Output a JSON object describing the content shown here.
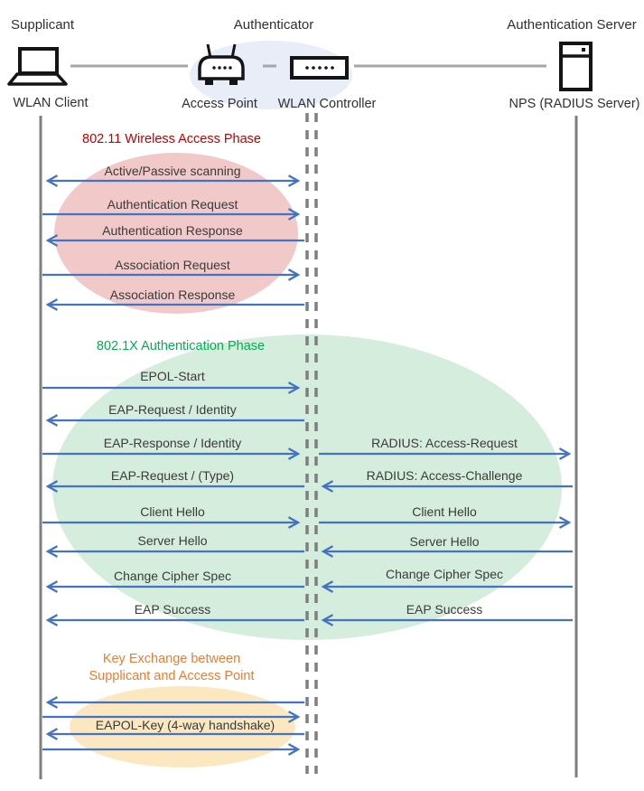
{
  "header": {
    "roles": [
      {
        "label": "Supplicant"
      },
      {
        "label": "Authenticator"
      },
      {
        "label": "Authentication Server"
      }
    ],
    "devices": [
      {
        "label": "WLAN Client",
        "icon": "laptop-icon"
      },
      {
        "label": "Access Point",
        "icon": "access-point-icon"
      },
      {
        "label": "WLAN Controller",
        "icon": "wlan-controller-icon"
      },
      {
        "label": "NPS (RADIUS Server)",
        "icon": "server-icon"
      }
    ]
  },
  "phases": [
    {
      "title": "802.11 Wireless Access Phase",
      "color": "#C00000",
      "ellipse_color": "#F1C9C9"
    },
    {
      "title": "802.1X Authentication Phase",
      "color": "#00B050",
      "ellipse_color": "#D5EDDC"
    },
    {
      "title_line1": "Key Exchange between",
      "title_line2": "Supplicant and Access Point",
      "color": "#ED7D31",
      "ellipse_color": "#FCE8C0"
    }
  ],
  "messages": {
    "left": [
      {
        "label": "Active/Passive scanning",
        "direction": "both",
        "from": "WLAN Client",
        "to": "WLAN Controller"
      },
      {
        "label": "Authentication Request",
        "direction": "right",
        "from": "WLAN Client",
        "to": "WLAN Controller"
      },
      {
        "label": "Authentication Response",
        "direction": "left",
        "from": "WLAN Controller",
        "to": "WLAN Client"
      },
      {
        "label": "Association Request",
        "direction": "right",
        "from": "WLAN Client",
        "to": "WLAN Controller"
      },
      {
        "label": "Association Response",
        "direction": "left",
        "from": "WLAN Controller",
        "to": "WLAN Client"
      },
      {
        "label": "EPOL-Start",
        "direction": "right",
        "from": "WLAN Client",
        "to": "WLAN Controller"
      },
      {
        "label": "EAP-Request / Identity",
        "direction": "left",
        "from": "WLAN Controller",
        "to": "WLAN Client"
      },
      {
        "label": "EAP-Response / Identity",
        "direction": "right",
        "from": "WLAN Client",
        "to": "WLAN Controller"
      },
      {
        "label": "EAP-Request / (Type)",
        "direction": "left",
        "from": "WLAN Controller",
        "to": "WLAN Client"
      },
      {
        "label": "Client Hello",
        "direction": "right",
        "from": "WLAN Client",
        "to": "WLAN Controller"
      },
      {
        "label": "Server Hello",
        "direction": "left",
        "from": "WLAN Controller",
        "to": "WLAN Client"
      },
      {
        "label": "Change Cipher Spec",
        "direction": "left",
        "from": "WLAN Controller",
        "to": "WLAN Client"
      },
      {
        "label": "EAP Success",
        "direction": "left",
        "from": "WLAN Controller",
        "to": "WLAN Client"
      },
      {
        "label": "EAPOL-Key (4-way handshake)",
        "direction": "left,right,left,right",
        "from": "WLAN Client",
        "to": "WLAN Controller"
      }
    ],
    "right": [
      {
        "label": "RADIUS: Access-Request",
        "direction": "right",
        "from": "WLAN Controller",
        "to": "NPS (RADIUS Server)"
      },
      {
        "label": "RADIUS: Access-Challenge",
        "direction": "left",
        "from": "NPS (RADIUS Server)",
        "to": "WLAN Controller"
      },
      {
        "label": "Client Hello",
        "direction": "right",
        "from": "WLAN Controller",
        "to": "NPS (RADIUS Server)"
      },
      {
        "label": "Server Hello",
        "direction": "left",
        "from": "NPS (RADIUS Server)",
        "to": "WLAN Controller"
      },
      {
        "label": "Change Cipher Spec",
        "direction": "left",
        "from": "NPS (RADIUS Server)",
        "to": "WLAN Controller"
      },
      {
        "label": "EAP Success",
        "direction": "left",
        "from": "NPS (RADIUS Server)",
        "to": "WLAN Controller"
      }
    ]
  },
  "colors": {
    "arrow": "#4472C4",
    "lifeline": "#7F7F7F",
    "connector": "#A6A6A6",
    "message_text": "#3A3A3A",
    "authenticator_ellipse": "#E9EDF8"
  }
}
